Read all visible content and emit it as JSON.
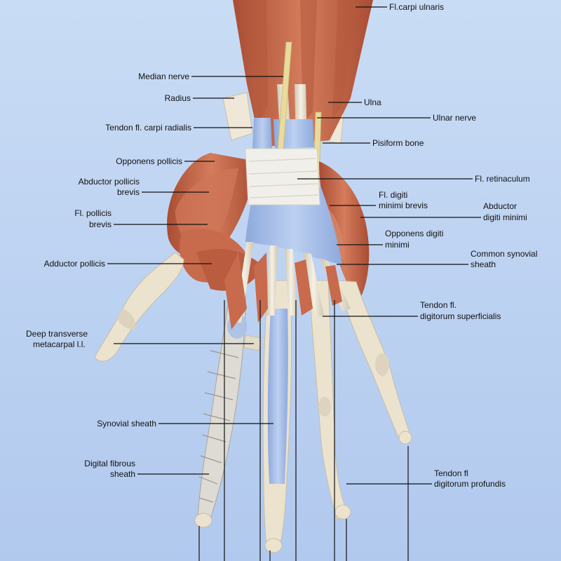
{
  "colors": {
    "background_top": "#c9dcf5",
    "background_bottom": "#b1c9ee",
    "muscle": "#c86a4c",
    "muscle_dark": "#9c4630",
    "tendon": "#ece3cf",
    "bone": "#efe7d7",
    "synovial_sheath": "#a9c0e8",
    "retinaculum": "#f1efea",
    "nerve": "#e8db9c",
    "leader_line": "#111111"
  },
  "labels": {
    "fl_carpi_ulnaris": "Fl.carpi ulnaris",
    "median_nerve": "Median nerve",
    "radius": "Radius",
    "ulna": "Ulna",
    "ulnar_nerve": "Ulnar nerve",
    "tendon_fl_carpi_radialis": "Tendon fl. carpi radialis",
    "pisiform_bone": "Pisiform bone",
    "opponens_pollicis": "Opponens pollicis",
    "fl_retinaculum": "Fl. retinaculum",
    "abductor_pollicis_brevis_1": "Abductor pollicis",
    "abductor_pollicis_brevis_2": "brevis",
    "fl_digiti_minimi_brevis_1": "Fl. digiti",
    "fl_digiti_minimi_brevis_2": "minimi brevis",
    "abductor_digiti_minimi_1": "Abductor",
    "abductor_digiti_minimi_2": "digiti minimi",
    "fl_pollicis_brevis_1": "Fl. pollicis",
    "fl_pollicis_brevis_2": "brevis",
    "opponens_digiti_minimi_1": "Opponens digiti",
    "opponens_digiti_minimi_2": "minimi",
    "adductor_pollicis": "Adductor pollicis",
    "common_synovial_sheath_1": "Common synovial",
    "common_synovial_sheath_2": "sheath",
    "tendon_fl_digitorum_superficialis_1": "Tendon fl.",
    "tendon_fl_digitorum_superficialis_2": "digitorum superficialis",
    "deep_transverse_metacarpal_1": "Deep transverse",
    "deep_transverse_metacarpal_2": "metacarpal l.l.",
    "synovial_sheath": "Synovial sheath",
    "digital_fibrous_sheath_1": "Digital fibrous",
    "digital_fibrous_sheath_2": "sheath",
    "tendon_fl_digitorum_profundis_1": "Tendon fl",
    "tendon_fl_digitorum_profundis_2": "digitorum profundis"
  }
}
